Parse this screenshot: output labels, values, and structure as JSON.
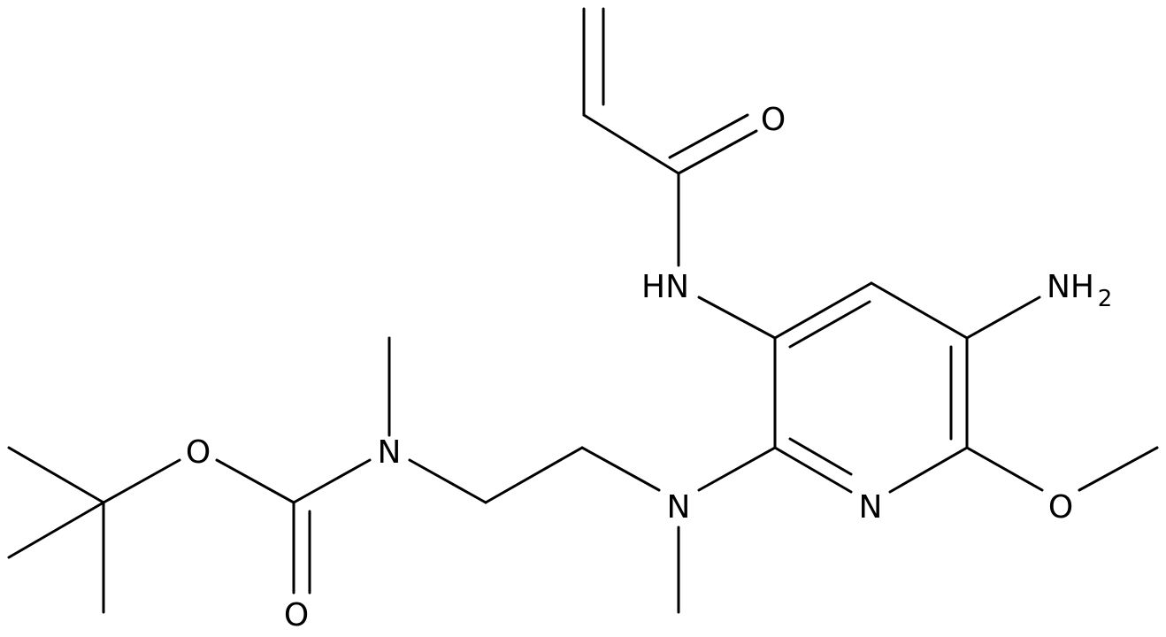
{
  "molecule": {
    "labels": {
      "o_carbonyl_acryl": "O",
      "nh_amide": "HN",
      "nh2_amine": "NH",
      "nh2_subscript": "2",
      "n_pyridine": "N",
      "o_methoxy": "O",
      "n_tertiary_amine": "N",
      "n_carbamate": "N",
      "o_ester": "O",
      "o_carbonyl_boc": "O"
    },
    "colors": {
      "bond": "#000000",
      "text": "#000000",
      "background": "#ffffff"
    }
  }
}
